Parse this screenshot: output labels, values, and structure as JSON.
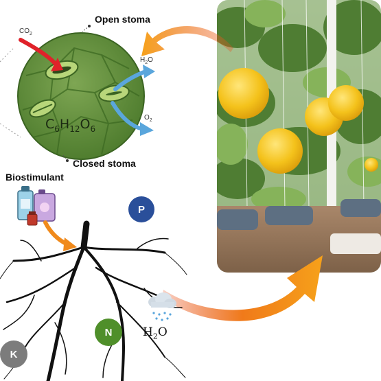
{
  "leaf": {
    "open_stoma": "Open stoma",
    "closed_stoma": "Closed stoma",
    "co2": {
      "base": "CO",
      "sub": "2"
    },
    "h2o_out": {
      "base": "H",
      "sub": "2",
      "tail": "O"
    },
    "o2": {
      "base": "O",
      "sub": "2"
    },
    "formula": [
      {
        "t": "C"
      },
      {
        "s": "6"
      },
      {
        "t": "H"
      },
      {
        "s": "12"
      },
      {
        "t": "O"
      },
      {
        "s": "6"
      }
    ]
  },
  "soil": {
    "biostimulant": "Biostimulant",
    "nutrients": {
      "p": "P",
      "n": "N",
      "k": "K"
    },
    "water": {
      "base": "H",
      "sub": "2",
      "tail": "O"
    }
  },
  "colors": {
    "leaf_green": "#5f8f3a",
    "co2_arrow": "#e0222a",
    "gas_arrow": "#5aa6dc",
    "orange_arrow": "#f08a1c",
    "p": "#2a4f9a",
    "n": "#4f8f2a",
    "k": "#7c7c7c"
  }
}
